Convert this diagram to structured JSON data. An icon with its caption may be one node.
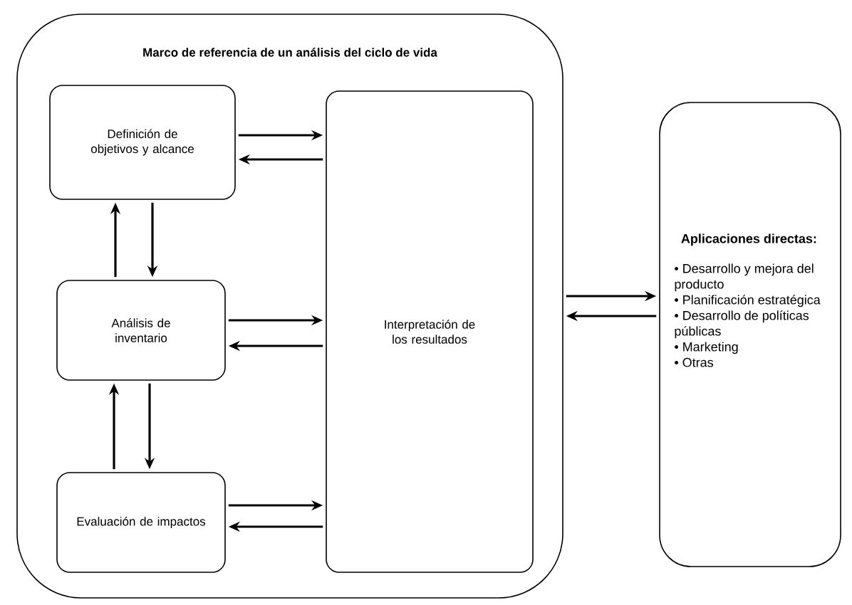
{
  "diagram": {
    "nodes": [
      {
        "text": [
          "Marco de referencia de un análisis del ciclo de vida"
        ]
      },
      {
        "text": [
          "Definición de objetivos y alcance"
        ],
        "in": 0
      },
      {
        "text": [
          "Análisis de inventario"
        ],
        "in": 0
      },
      {
        "text": [
          "Evaluación de impactos"
        ],
        "in": 0
      },
      {
        "text": [
          "Interpretación de los resultados"
        ],
        "in": 0
      },
      {
        "text": [
          "Aplicaciones directas:",
          "• Desarrollo y mejora del producto",
          "• Planificación estratégica",
          "• Desarrollo de políticas públicas",
          "• Marketing",
          "• Otras"
        ]
      }
    ],
    "edges": [
      {
        "from": 1,
        "to": 4,
        "arrow": "to"
      },
      {
        "from": 4,
        "to": 1,
        "arrow": "to"
      },
      {
        "from": 2,
        "to": 1,
        "arrow": "to"
      },
      {
        "from": 1,
        "to": 2,
        "arrow": "to"
      },
      {
        "from": 2,
        "to": 4,
        "arrow": "to"
      },
      {
        "from": 4,
        "to": 2,
        "arrow": "to"
      },
      {
        "from": 3,
        "to": 2,
        "arrow": "to"
      },
      {
        "from": 2,
        "to": 3,
        "arrow": "to"
      },
      {
        "from": 3,
        "to": 4,
        "arrow": "to"
      },
      {
        "from": 4,
        "to": 3,
        "arrow": "to"
      },
      {
        "from": 0,
        "to": 5,
        "arrow": "to"
      },
      {
        "from": 5,
        "to": 0,
        "arrow": "to"
      }
    ]
  }
}
